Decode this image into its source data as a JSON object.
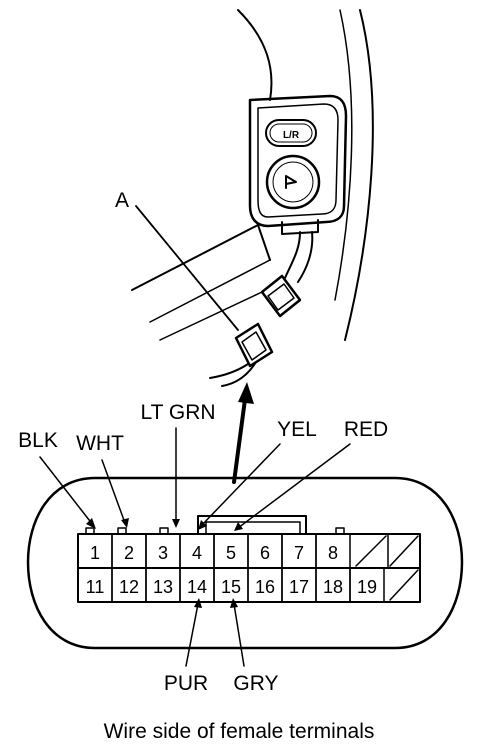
{
  "callout": {
    "label": "A"
  },
  "wire_labels": {
    "blk": "BLK",
    "wht": "WHT",
    "lt_grn": "LT GRN",
    "yel": "YEL",
    "red": "RED",
    "pur": "PUR",
    "gry": "GRY"
  },
  "connector": {
    "top_row": [
      "1",
      "2",
      "3",
      "4",
      "5",
      "6",
      "7",
      "8"
    ],
    "bottom_row": [
      "11",
      "12",
      "13",
      "14",
      "15",
      "16",
      "17",
      "18",
      "19"
    ]
  },
  "caption": "Wire side of female terminals"
}
